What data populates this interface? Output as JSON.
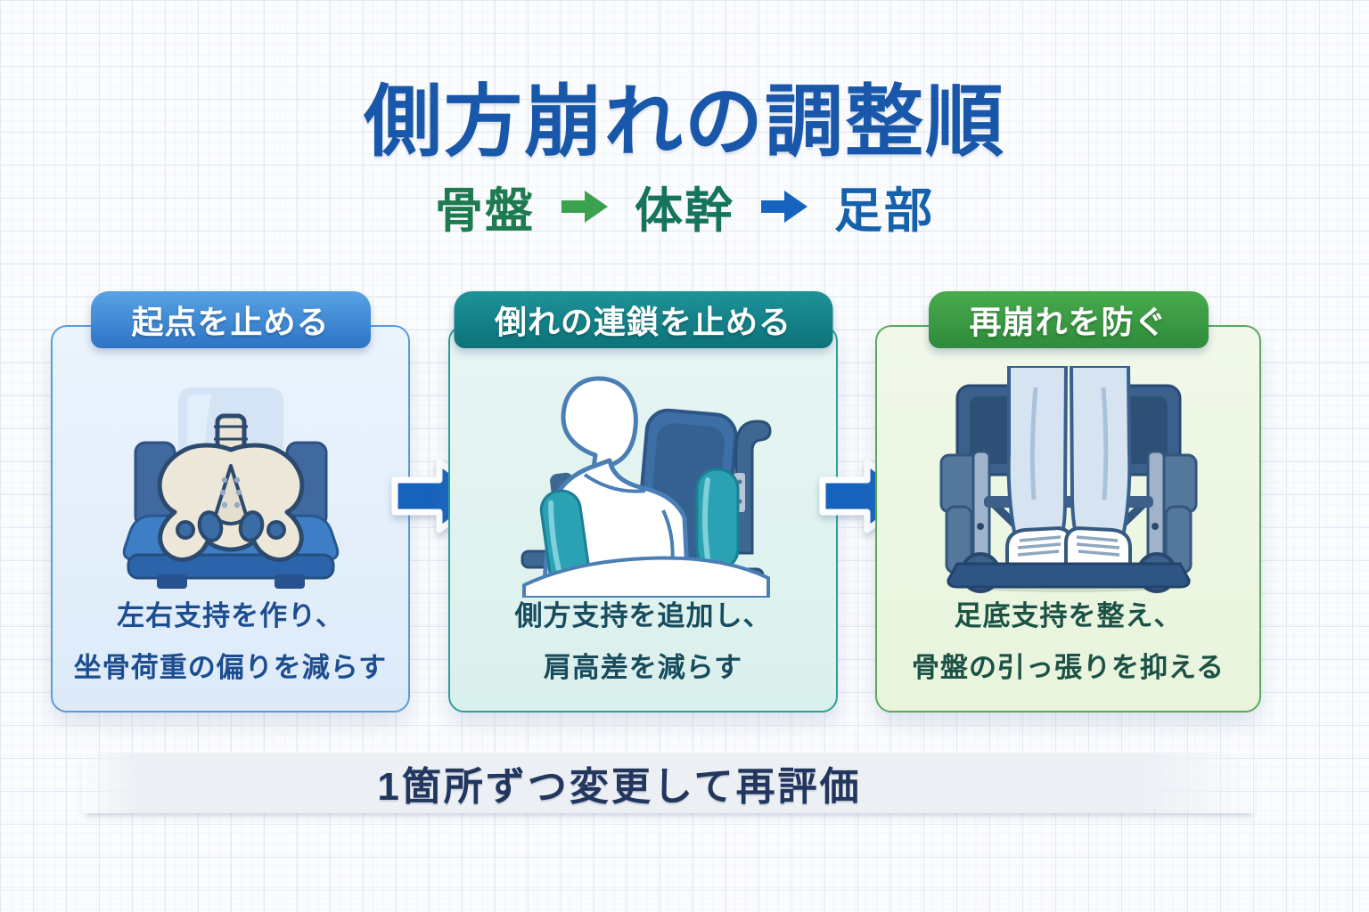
{
  "title": "側方崩れの調整順",
  "flow": {
    "step1": "骨盤",
    "step2": "体幹",
    "step3": "足部"
  },
  "cards": [
    {
      "header": "起点を止める",
      "line1": "左右支持を作り、",
      "line2": "坐骨荷重の偏りを減らす",
      "illustration": "pelvis-on-wheelchair-seat"
    },
    {
      "header": "倒れの連鎖を止める",
      "line1": "側方支持を追加し、",
      "line2": "肩高差を減らす",
      "illustration": "person-in-wheelchair-with-lateral-supports"
    },
    {
      "header": "再崩れを防ぐ",
      "line1": "足底支持を整え、",
      "line2": "骨盤の引っ張りを抑える",
      "illustration": "feet-on-wheelchair-footrest"
    }
  ],
  "footer_note": "1箇所ずつ変更して再評価",
  "colors": {
    "title_blue": "#1857a9",
    "step_pelvis_green": "#1e7a4f",
    "step_trunk_green": "#15755c",
    "step_foot_blue": "#1661ae",
    "subtitle_arrow_green": "#3aa24f",
    "subtitle_arrow_blue": "#1565c0",
    "card1_accent": "#2d74c6",
    "card2_accent": "#0d7279",
    "card3_accent": "#2e8b3a",
    "flow_arrow_blue": "#1663bd",
    "footer_text_navy": "#22365e"
  }
}
